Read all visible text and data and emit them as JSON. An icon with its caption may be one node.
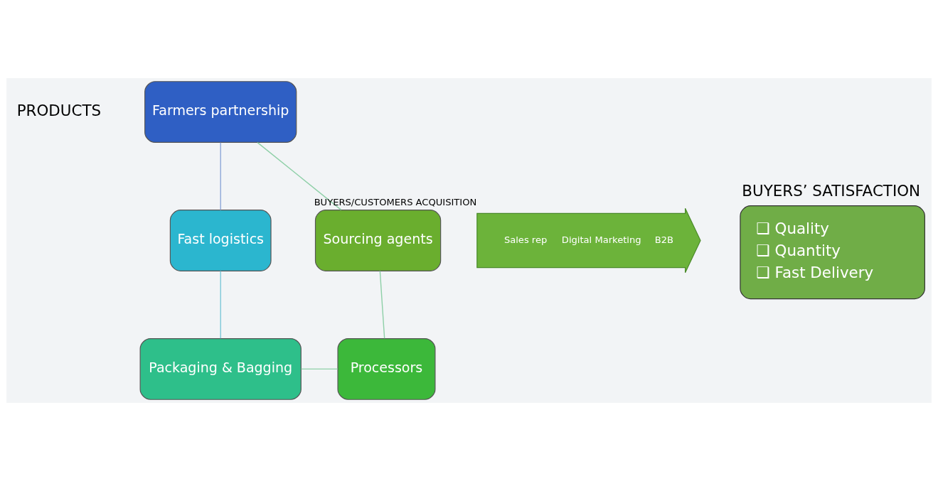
{
  "diagram": {
    "nodes": [
      {
        "text": [
          "Farmers partnership"
        ]
      },
      {
        "text": [
          "Fast logistics"
        ]
      },
      {
        "text": [
          "Packaging & Bagging"
        ]
      },
      {
        "text": [
          "Processors"
        ]
      },
      {
        "text": [
          "Sourcing agents"
        ]
      },
      {
        "text": [
          "BUYERS/CUSTOMERS ACQUISITION",
          "Sales rep",
          "Digital Marketing",
          "B2B"
        ]
      },
      {
        "text": [
          "BUYERS’ SATISFACTION",
          "❑ Quality",
          "❑ Quantity",
          "❑ Fast Delivery"
        ]
      }
    ],
    "edges": [
      {
        "from": 0,
        "to": 1,
        "arrow": "none",
        "color": "#8fa8d8"
      },
      {
        "from": 1,
        "to": 2,
        "arrow": "none",
        "color": "#7ec8d8"
      },
      {
        "from": 2,
        "to": 3,
        "arrow": "none"
      },
      {
        "from": 3,
        "to": 4,
        "arrow": "none"
      },
      {
        "from": 4,
        "to": 0,
        "arrow": "none"
      }
    ],
    "labels": [
      "PRODUCTS"
    ]
  }
}
